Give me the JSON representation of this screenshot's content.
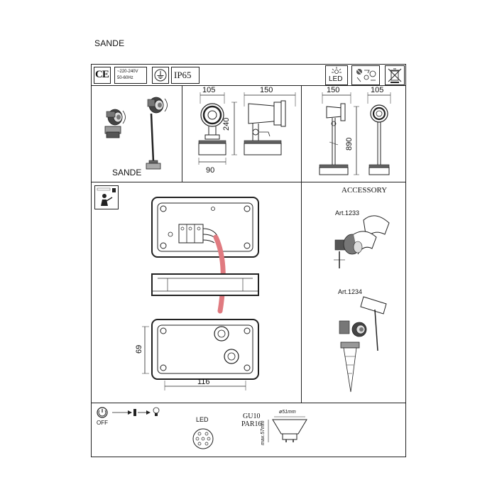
{
  "header": {
    "title": "SANDE"
  },
  "certifications": {
    "ce_mark": "CE",
    "voltage_line1": "~220-240V",
    "voltage_line2": "50-60Hz",
    "ip_rating": "IP65",
    "led_label": "LED",
    "icons": [
      "ce-mark-icon",
      "earth-ground-icon",
      "led-icon",
      "recycle-icon",
      "crossed-bin-icon"
    ]
  },
  "product": {
    "name_caption": "SANDE"
  },
  "dimensions": {
    "spot_front_width": "105",
    "spot_side_width": "150",
    "spot_height": "240",
    "spot_base_width": "90",
    "pole_front_width": "150",
    "pole_side_width": "105",
    "pole_height": "890",
    "box_height": "69",
    "box_width": "116"
  },
  "accessory": {
    "heading": "ACCESSORY",
    "items": [
      {
        "label": "Art.1233"
      },
      {
        "label": "Art.1234"
      }
    ]
  },
  "footer": {
    "off_label": "OFF",
    "led_label": "LED",
    "lamp_type_line1": "GU10",
    "lamp_type_line2": "PAR16",
    "lamp_diameter": "ø51mm",
    "lamp_height": "max.57mm"
  }
}
